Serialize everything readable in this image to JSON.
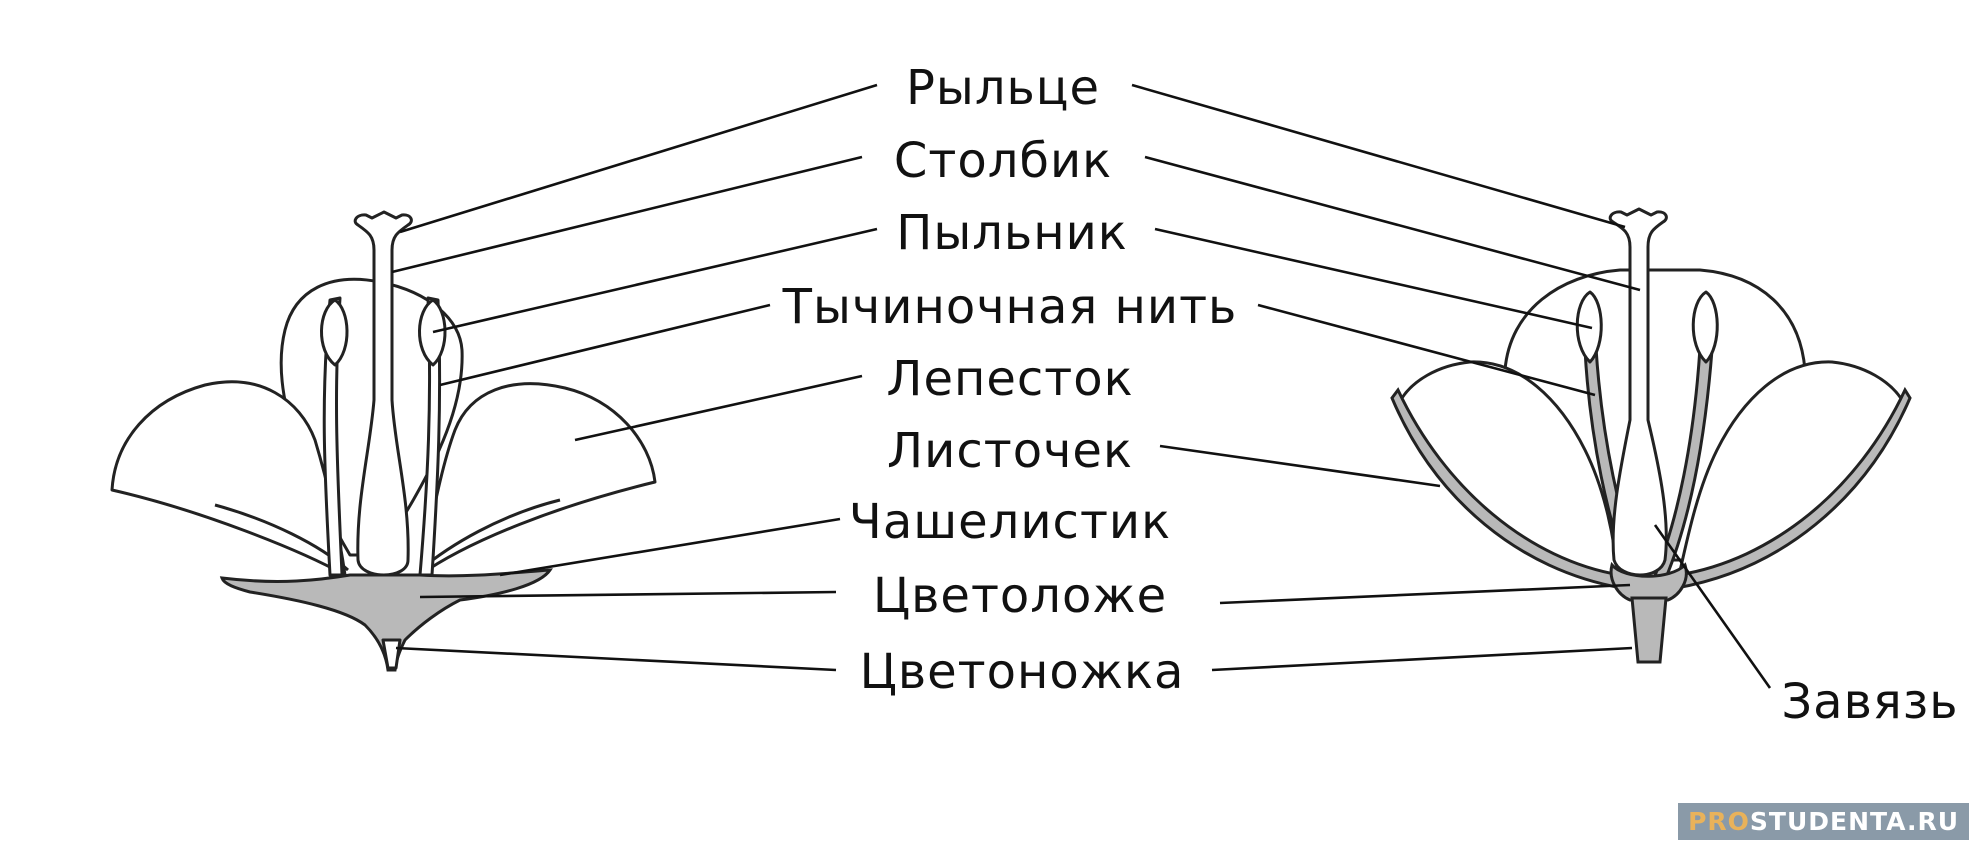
{
  "labels": {
    "stigma": "Рыльце",
    "style": "Столбик",
    "anther": "Пыльник",
    "filament": "Тычиночная нить",
    "petal": "Лепесток",
    "leaflet": "Листочек",
    "sepal": "Чашелистик",
    "receptacle": "Цветоложе",
    "pedicel": "Цветоножка",
    "ovary": "Завязь"
  },
  "watermark": {
    "pro": "PRO",
    "rest": "STUDENTA.RU"
  },
  "colors": {
    "ink": "#111111",
    "shading": "#b9b9b9",
    "watermark_bg": "#8a9aa8",
    "watermark_accent": "#e9b25a"
  }
}
